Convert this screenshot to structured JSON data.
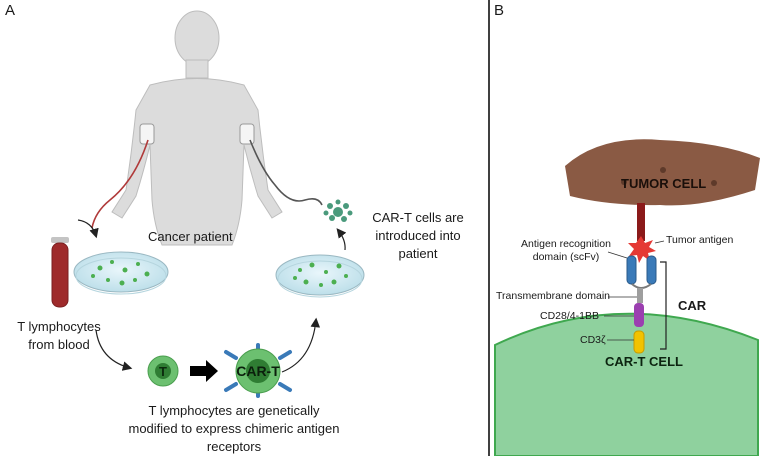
{
  "panels": {
    "a": {
      "letter": "A"
    },
    "b": {
      "letter": "B"
    }
  },
  "panel_a": {
    "patient_label": "Cancer patient",
    "blood_label_line1": "T lymphocytes",
    "blood_label_line2": "from blood",
    "t_cell_letter": "T",
    "car_t_label": "CAR-T",
    "reinfusion_line1": "CAR-T cells are",
    "reinfusion_line2": "introduced into",
    "reinfusion_line3": "patient",
    "modification_line1": "T lymphocytes are genetically",
    "modification_line2": "modified to express chimeric antigen",
    "modification_line3": "receptors"
  },
  "panel_b": {
    "tumor_cell_label": "TUMOR CELL",
    "tumor_antigen_label": "Tumor antigen",
    "antigen_domain_line1": "Antigen recognition",
    "antigen_domain_line2": "domain (scFv)",
    "transmembrane_label": "Transmembrane domain",
    "costim_label": "CD28/4-1BB",
    "cd3_label": "CD3ζ",
    "car_label": "CAR",
    "car_t_cell_label": "CAR-T CELL"
  },
  "colors": {
    "tumor": "#8a5a44",
    "car_t_membrane": "#4caf50",
    "car_t_fill": "#8fd19e",
    "scfv": "#3a7ab8",
    "hinge": "#7a7a7a",
    "costim": "#9b3fb0",
    "cd3z": "#f2c200",
    "antigen": "#e53935",
    "blood": "#9e2a2b",
    "t_cell": "#5cb85c"
  },
  "icons": [
    "human-body-icon",
    "blood-tube-icon",
    "petri-dish-icon",
    "t-cell-icon",
    "car-t-cell-icon",
    "arrow-icon",
    "cell-cluster-icon"
  ]
}
